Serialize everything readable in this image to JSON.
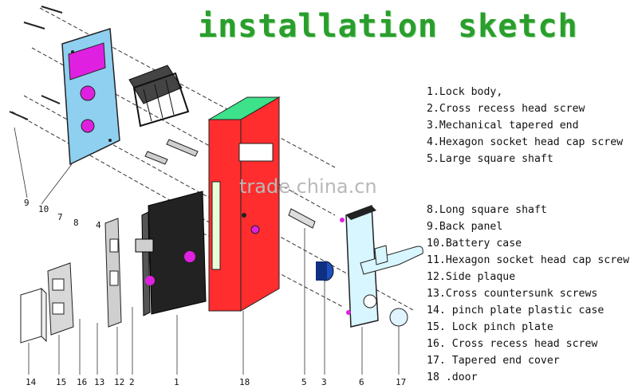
{
  "title": "installation sketch",
  "watermark": "trade.china.cn",
  "parts": [
    "1.Lock body,",
    "2.Cross recess head screw",
    "3.Mechanical tapered end",
    "4.Hexagon socket head cap screw",
    "5.Large square shaft",
    "8.Long square shaft",
    "9.Back panel",
    "10.Battery case",
    "11.Hexagon socket head cap screw",
    "12.Side plaque",
    "13.Cross countersunk screws",
    "14. pinch plate plastic case",
    "15. Lock pinch plate",
    "16. Cross recess head screw",
    "17. Tapered end cover",
    "18 .door"
  ],
  "callouts": [
    "1",
    "2",
    "3",
    "4",
    "5",
    "6",
    "7",
    "8",
    "9",
    "10",
    "12",
    "13",
    "14",
    "15",
    "16",
    "17",
    "18"
  ],
  "colors": {
    "title": "#2a9e2c",
    "door_front": "#ff2d2d",
    "door_top": "#3de28a",
    "back_panel": "#8fd0f0",
    "pad": "#e020e0",
    "lock_body": "#1c1c1c",
    "handle": "#d8f6ff",
    "line": "#333333"
  }
}
